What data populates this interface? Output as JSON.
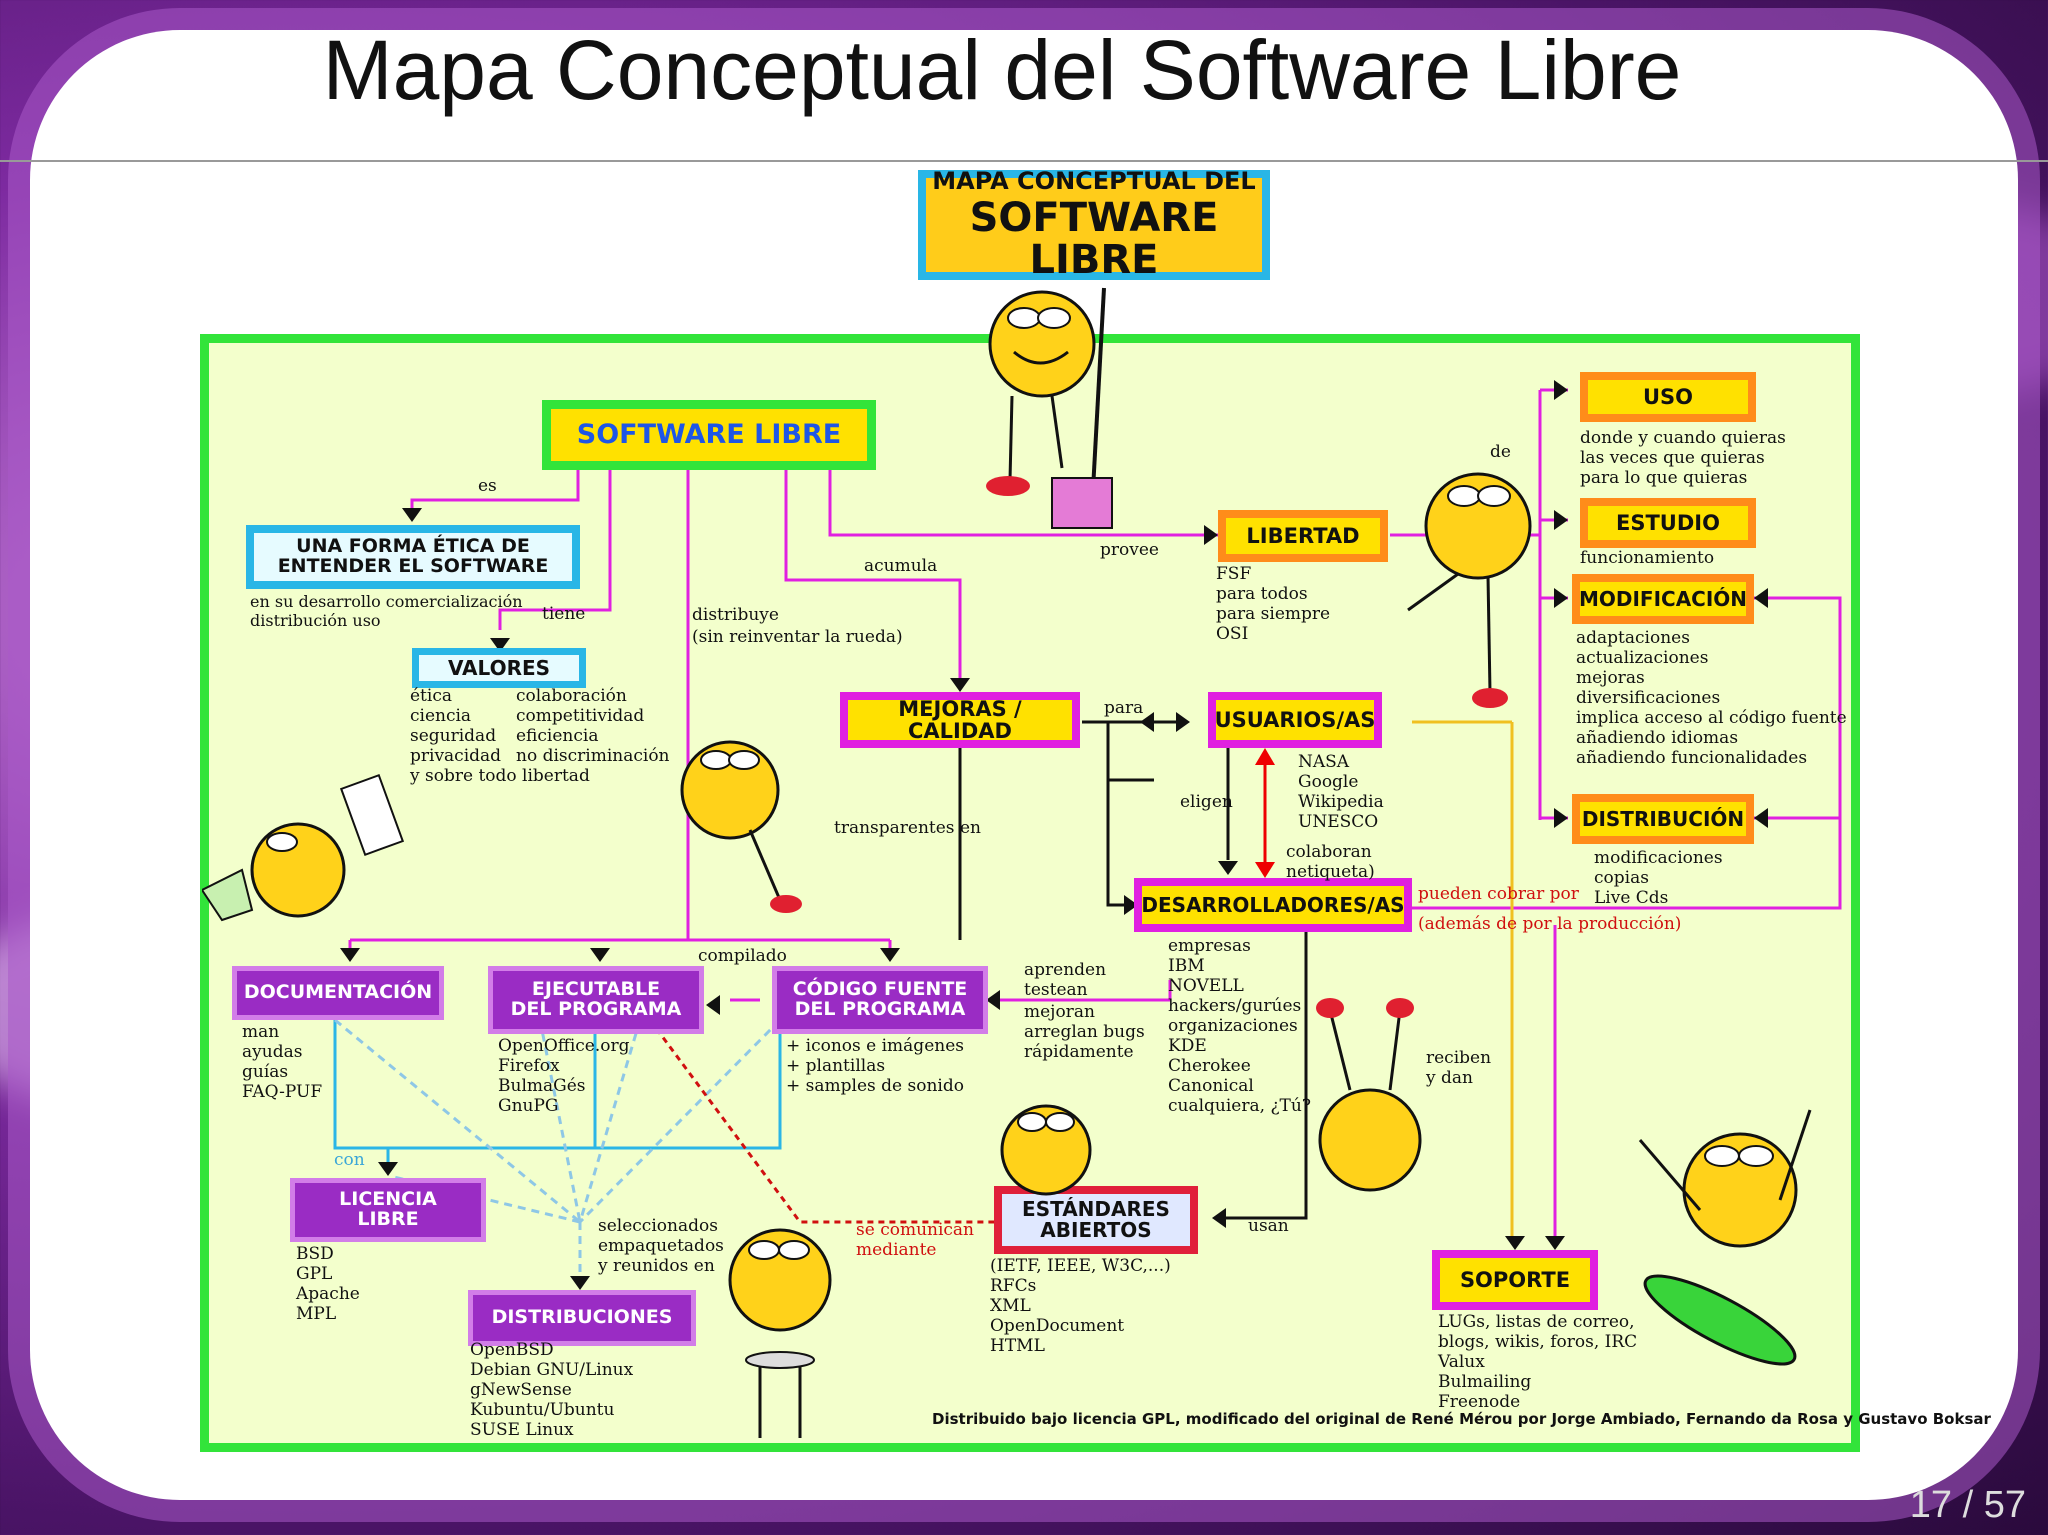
{
  "slide": {
    "title": "Mapa Conceptual del Software Libre",
    "page_number": "17 / 57"
  },
  "map": {
    "banner": {
      "line1": "MAPA CONCEPTUAL DEL",
      "line2": "SOFTWARE LIBRE"
    },
    "nodes": {
      "software_libre": "SOFTWARE LIBRE",
      "forma_etica": "UNA FORMA ÉTICA DE\nENTENDER EL SOFTWARE",
      "valores": "VALORES",
      "mejoras": "MEJORAS / CALIDAD",
      "libertad": "LIBERTAD",
      "usuarios": "USUARIOS/AS",
      "desarrolladores": "DESARROLLADORES/AS",
      "uso": "USO",
      "estudio": "ESTUDIO",
      "modificacion": "MODIFICACIÓN",
      "distribucion": "DISTRIBUCIÓN",
      "documentacion": "DOCUMENTACIÓN",
      "ejecutable": "EJECUTABLE\nDEL PROGRAMA",
      "codigo_fuente": "CÓDIGO FUENTE\nDEL PROGRAMA",
      "licencia": "LICENCIA\nLIBRE",
      "distribuciones": "DISTRIBUCIONES",
      "estandares": "ESTÁNDARES\nABIERTOS",
      "soporte": "SOPORTE"
    },
    "notes": {
      "forma_etica": "en su desarrollo comercialización\ndistribución uso",
      "valores_left": "ética\nciencia\nseguridad\nprivacidad\ny sobre todo libertad",
      "valores_right": "colaboración\ncompetitividad\neficiencia\nno discriminación",
      "libertad": "FSF\npara todos\npara siempre\nOSI",
      "uso": "donde y cuando quieras\nlas veces que quieras\npara lo que quieras",
      "estudio": "funcionamiento",
      "modificacion": "adaptaciones\nactualizaciones\nmejoras\ndiversificaciones\nimplica acceso al código fuente\nañadiendo idiomas\nañadiendo funcionalidades",
      "distribucion": "modificaciones\ncopias\nLive Cds",
      "usuarios": "NASA\nGoogle\nWikipedia\nUNESCO",
      "desarrolladores": "empresas\nIBM\nNOVELL\nhackers/gurúes\norganizaciones\nKDE\nCherokee\nCanonical\ncualquiera, ¿Tú?",
      "documentacion": "man\nayudas\nguías\nFAQ-PUF",
      "ejecutable": "OpenOffice.org\nFirefox\nBulmaGés\nGnuPG",
      "codigo_fuente": "+ iconos e imágenes\n+ plantillas\n+ samples de sonido",
      "aprenden": "aprenden\ntestean",
      "mejoran": "mejoran\narreglan bugs\nrápidamente",
      "licencia": "BSD\nGPL\nApache\nMPL",
      "distribuciones": "OpenBSD\nDebian GNU/Linux\ngNewSense\nKubuntu/Ubuntu\nSUSE Linux",
      "estandares": "(IETF, IEEE, W3C,...)\nRFCs\nXML\nOpenDocument\nHTML",
      "soporte": "LUGs, listas de correo,\nblogs, wikis, foros, IRC\nValux\nBulmailing\nFreenode",
      "seleccionados": "seleccionados\nempaquetados\ny reunidos en",
      "colaboran": "colaboran\nnetiqueta)",
      "reciben": "reciben\ny dan"
    },
    "edge_labels": {
      "es": "es",
      "tiene": "tiene",
      "acumula": "acumula",
      "distribuye": "distribuye\n(sin reinventar la rueda)",
      "provee": "provee",
      "de": "de",
      "para": "para",
      "eligen": "eligen",
      "transparentes": "transparentes en",
      "compilado": "compilado",
      "con": "con",
      "se_comunican": "se comunican\nmediante",
      "usan": "usan",
      "pueden_cobrar": "pueden cobrar por",
      "ademas": "(además de por la producción)"
    },
    "credit": "Distribuido bajo licencia GPL, modificado del original de René Mérou por Jorge Ambiado, Fernando da Rosa y Gustavo Boksar"
  },
  "colors": {
    "board_bg": "#f3ffcc",
    "board_border": "#32e43a",
    "magenta_edge": "#e020e0",
    "cyan_edge": "#2ab6e6",
    "purple_box": "#9a2cc4",
    "orange_box": "#ff8c1a",
    "yellow_fill": "#ffe100"
  }
}
